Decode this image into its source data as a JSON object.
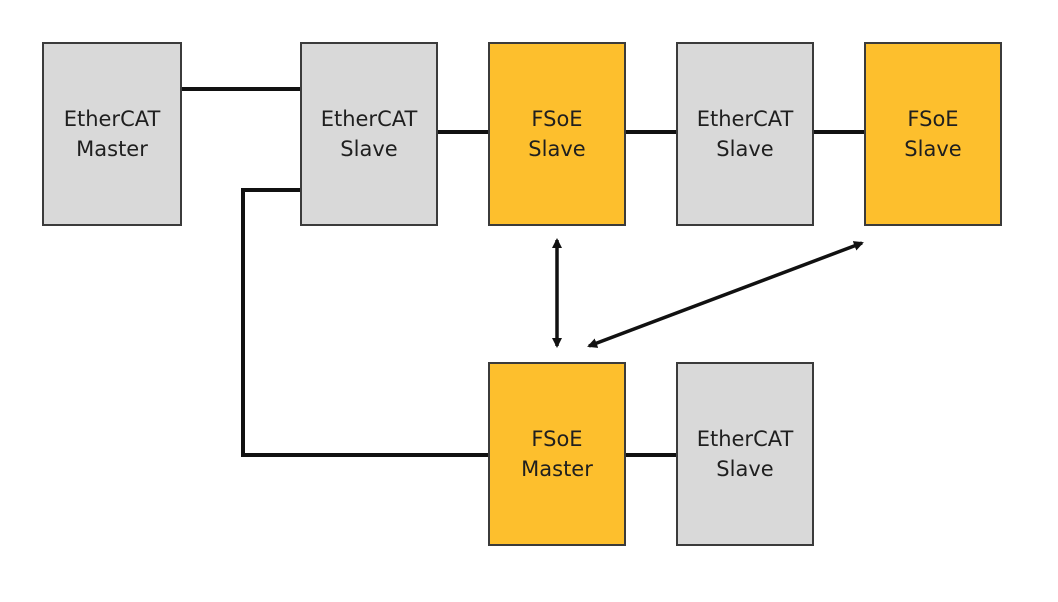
{
  "colors": {
    "ethercat_fill": "#d9d9d9",
    "fsoe_fill": "#fdbf2d",
    "border": "#3b3b3b",
    "line": "#111111"
  },
  "nodes": {
    "ethercat_master": {
      "line1": "EtherCAT",
      "line2": "Master",
      "color": "#d9d9d9"
    },
    "ethercat_slave_1": {
      "line1": "EtherCAT",
      "line2": "Slave",
      "color": "#d9d9d9"
    },
    "fsoe_slave_1": {
      "line1": "FSoE",
      "line2": "Slave",
      "color": "#fdbf2d"
    },
    "ethercat_slave_2": {
      "line1": "EtherCAT",
      "line2": "Slave",
      "color": "#d9d9d9"
    },
    "fsoe_slave_2": {
      "line1": "FSoE",
      "line2": "Slave",
      "color": "#fdbf2d"
    },
    "fsoe_master": {
      "line1": "FSoE",
      "line2": "Master",
      "color": "#fdbf2d"
    },
    "ethercat_slave_3": {
      "line1": "EtherCAT",
      "line2": "Slave",
      "color": "#d9d9d9"
    }
  }
}
